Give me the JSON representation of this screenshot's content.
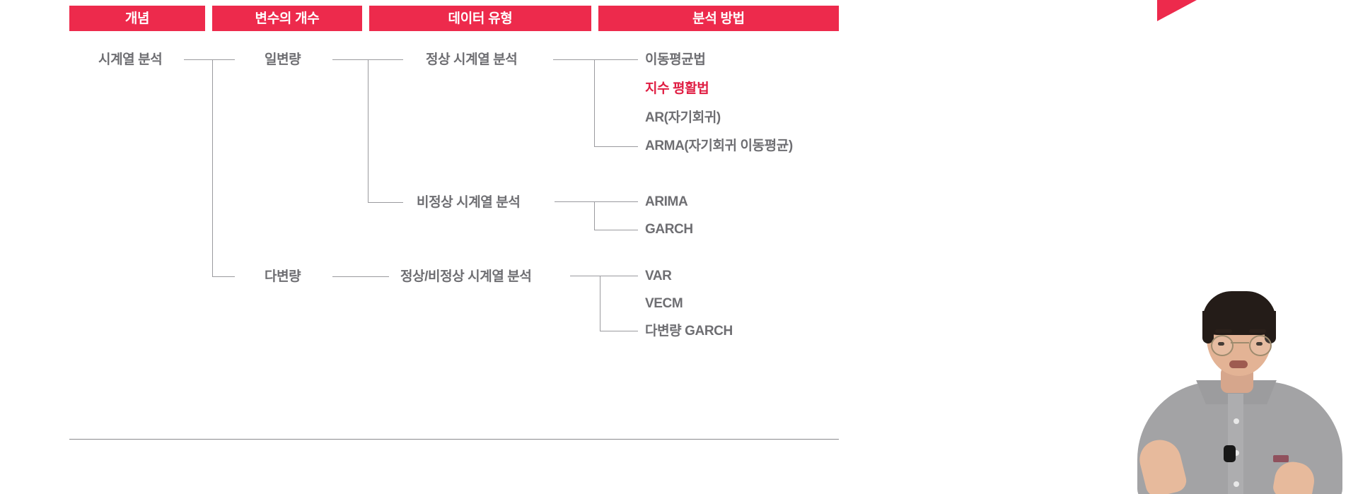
{
  "slide": {
    "accent_color": "#ED2A4C",
    "text_color": "#6E6E72",
    "line_color": "#9A9A9E",
    "highlight_color": "#E01E43"
  },
  "headers": [
    {
      "label": "개념"
    },
    {
      "label": "변수의 개수"
    },
    {
      "label": "데이터 유형"
    },
    {
      "label": "분석 방법"
    }
  ],
  "tree": {
    "root": {
      "label": "시계열 분석"
    },
    "variable_counts": [
      {
        "label": "일변량"
      },
      {
        "label": "다변량"
      }
    ],
    "data_types": [
      {
        "label": "정상 시계열 분석"
      },
      {
        "label": "비정상 시계열 분석"
      },
      {
        "label": "정상/비정상 시계열 분석"
      }
    ],
    "methods": {
      "stationary_univariate": [
        {
          "label": "이동평균법",
          "highlighted": false
        },
        {
          "label": "지수 평활법",
          "highlighted": true
        },
        {
          "label": "AR(자기회귀)",
          "highlighted": false
        },
        {
          "label": "ARMA(자기회귀 이동평균)",
          "highlighted": false
        }
      ],
      "nonstationary_univariate": [
        {
          "label": "ARIMA",
          "highlighted": false
        },
        {
          "label": "GARCH",
          "highlighted": false
        }
      ],
      "multivariate": [
        {
          "label": "VAR",
          "highlighted": false
        },
        {
          "label": "VECM",
          "highlighted": false
        },
        {
          "label": "다변량 GARCH",
          "highlighted": false
        }
      ]
    }
  }
}
